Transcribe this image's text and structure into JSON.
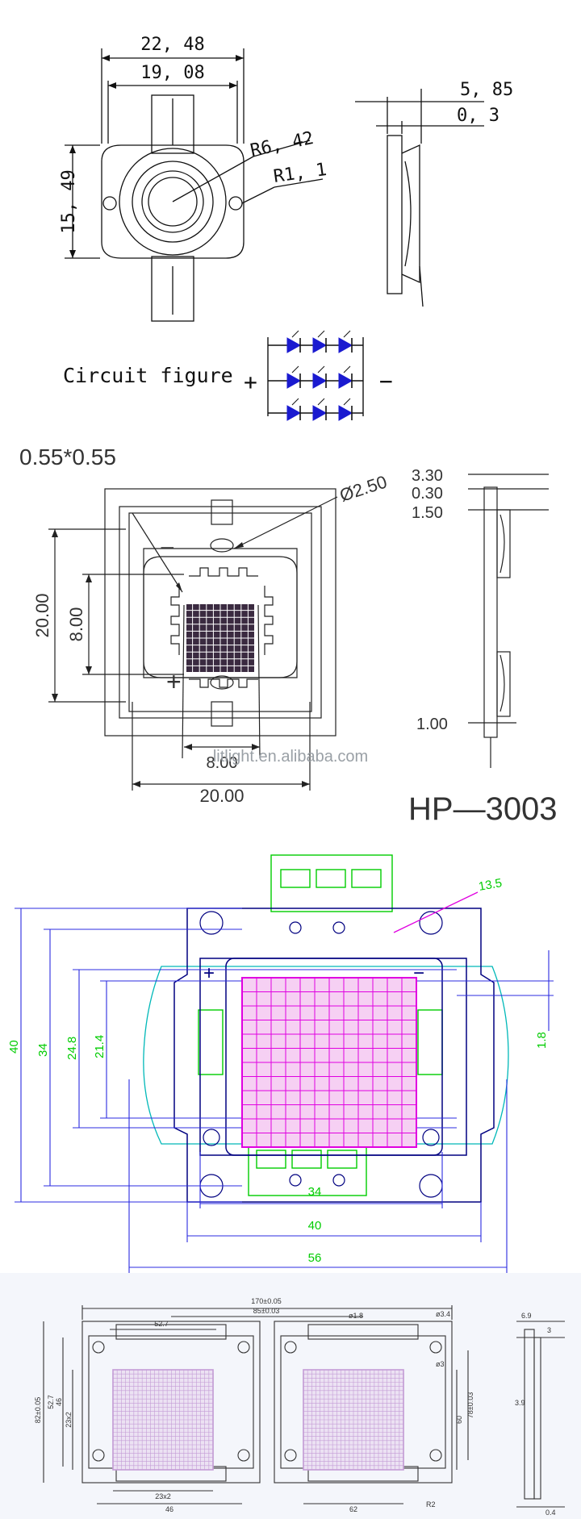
{
  "top_drawing": {
    "width_outer": "22, 48",
    "width_inner": "19, 08",
    "height": "15, 49",
    "radius_large": "R6, 42",
    "radius_small": "R1, 1",
    "side_total": "5, 85",
    "side_thin": "0, 3",
    "circuit_label": "Circuit figure",
    "plus": "+",
    "minus": "−"
  },
  "hp3003": {
    "chip_size": "0.55*0.55",
    "hole_dia": "Ø2.50",
    "height_outer": "20.00",
    "height_inner": "8.00",
    "width_inner": "8.00",
    "width_outer": "20.00",
    "side_a": "3.30",
    "side_b": "0.30",
    "side_c": "1.50",
    "side_d": "1.00",
    "watermark": "litlight.en.alibaba.com",
    "model": "HP—3003",
    "plus": "+",
    "minus": "−"
  },
  "color_drawing": {
    "radius": "13.5",
    "dim_40v": "40",
    "dim_34v": "34",
    "dim_248": "24.8",
    "dim_214": "21.4",
    "dim_18": "1.8",
    "dim_34h": "34",
    "dim_40h": "40",
    "dim_56": "56",
    "plus": "+",
    "minus": "−",
    "colors": {
      "frame": "#2b2be0",
      "dims": "#00cc00",
      "chip": "#e000e0",
      "outline": "#00b8b8",
      "lines": "#000080"
    }
  },
  "bottom_drawing": {
    "total_width": "170±0.05",
    "pitch": "85±0.03",
    "inner_width": "52.7",
    "dia_18": "ø1.8",
    "dia_34": "ø3.4",
    "dia_3": "ø3",
    "height_total": "82±0.05",
    "h_527": "52.7",
    "h_46": "46",
    "h_23x2": "23x2",
    "w_23x2": "23x2",
    "w_46": "46",
    "h_60": "60",
    "h_78": "78±0.03",
    "w_62": "62",
    "r2": "R2",
    "side_69": "6.9",
    "side_3": "3",
    "side_39": "3.9",
    "side_04": "0.4"
  }
}
